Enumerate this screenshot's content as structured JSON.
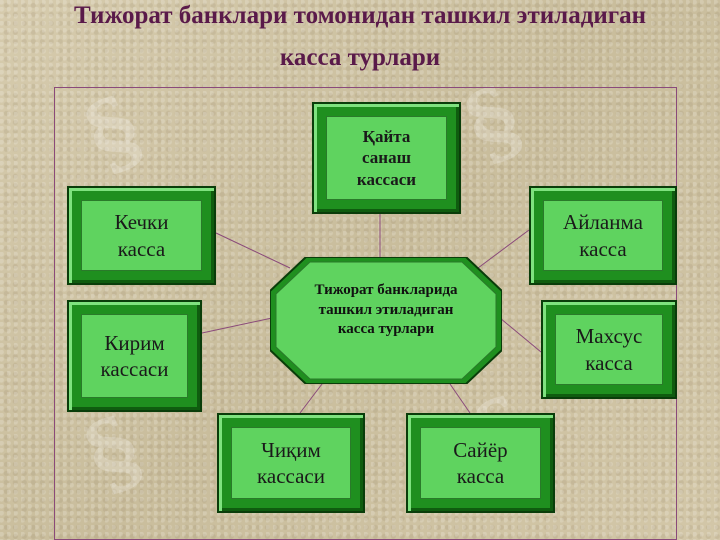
{
  "title_line1": "Тижорат банклари томонидан ташкил этиладиган",
  "title_line2": "касса турлари",
  "center": "Тижорат банкларида\nташкил этиладиган\nкасса турлари",
  "boxes": {
    "top": "Қайта\nсанаш\nкассаси",
    "left_top": "Кечки\nкасса",
    "left_bottom": "Кирим\nкассаси",
    "right_top": "Айланма\nкасса",
    "right_bottom": "Махсус\nкасса",
    "bottom_left": "Чиқим\nкассаси",
    "bottom_right": "Сайёр\nкасса"
  },
  "colors": {
    "title": "#5a1a4a",
    "box_face": "#5fd35f",
    "box_frame": "#1f8f1f",
    "center_fill": "#1f8f1f",
    "center_face": "#5fd35f"
  }
}
